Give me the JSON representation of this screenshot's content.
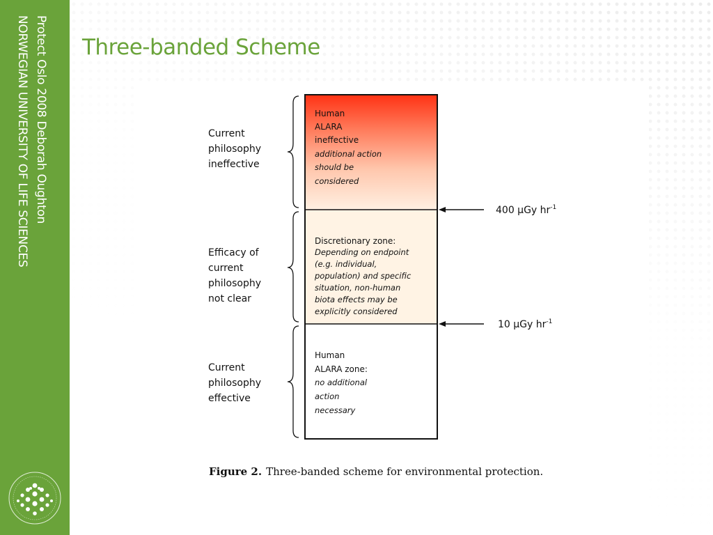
{
  "sidebar": {
    "line1": "Protect Oslo 2008 Deborah Oughton",
    "line2": "NORWEGIAN UNIVERSITY OF LIFE SCIENCES",
    "logo_icon": "university-seal-icon"
  },
  "slide": {
    "title": "Three-banded Scheme"
  },
  "diagram": {
    "bands": [
      {
        "lines": [
          "Human",
          "ALARA",
          "ineffective"
        ],
        "italic_lines": [
          "additional action",
          "should be",
          "considered"
        ]
      },
      {
        "lines": [
          "Discretionary zone:"
        ],
        "italic_lines": [
          "Depending on endpoint",
          "(e.g. individual,",
          "population) and specific",
          "situation, non-human",
          "biota effects may be",
          "explicitly considered"
        ]
      },
      {
        "lines": [
          "Human",
          "ALARA zone:"
        ],
        "italic_lines": [
          "no additional",
          "action",
          "necessary"
        ]
      }
    ],
    "side_labels": [
      [
        "Current",
        "philosophy",
        "ineffective"
      ],
      [
        "Efficacy of",
        "current",
        "philosophy",
        "not clear"
      ],
      [
        "Current",
        "philosophy",
        "effective"
      ]
    ],
    "thresholds": [
      {
        "value": "400 µGy hr",
        "sup": "-1"
      },
      {
        "value": "10 µGy hr",
        "sup": "-1"
      }
    ],
    "caption": {
      "label": "Figure 2.",
      "text": "Three-banded scheme for environmental protection."
    },
    "colors": {
      "sidebar": "#6aa33a",
      "title": "#6aa33a",
      "band_top_start": "#ff3214",
      "band_top_end": "#fff3e4",
      "band_middle": "#fff3e4",
      "band_bottom": "#ffffff"
    }
  }
}
